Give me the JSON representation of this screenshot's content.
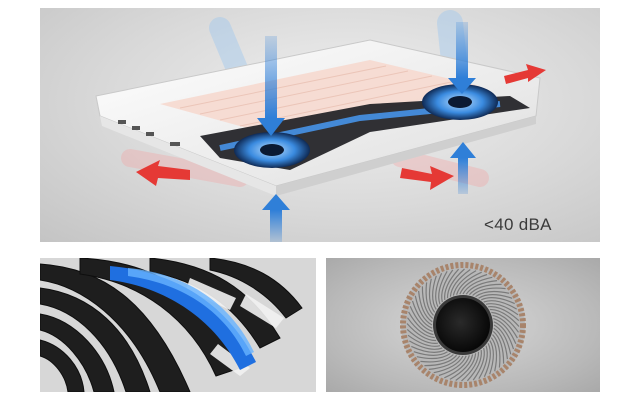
{
  "hero": {
    "noise_label": "<40 dBA",
    "subject": "laptop-cooling-airflow",
    "colors": {
      "cool_air": "#2f7fd8",
      "hot_air": "#e53935",
      "chassis": "#f4f4f4",
      "keys": "#f6d9cf"
    }
  },
  "fins_view": {
    "subject": "heatsink-fins-closeup",
    "colors": {
      "highlight": "#1f6fe0",
      "metal": "#2a2a2a"
    }
  },
  "fan_view": {
    "subject": "cooling-fan-blades",
    "colors": {
      "ring": "#a8846b",
      "hub": "#151515"
    }
  }
}
